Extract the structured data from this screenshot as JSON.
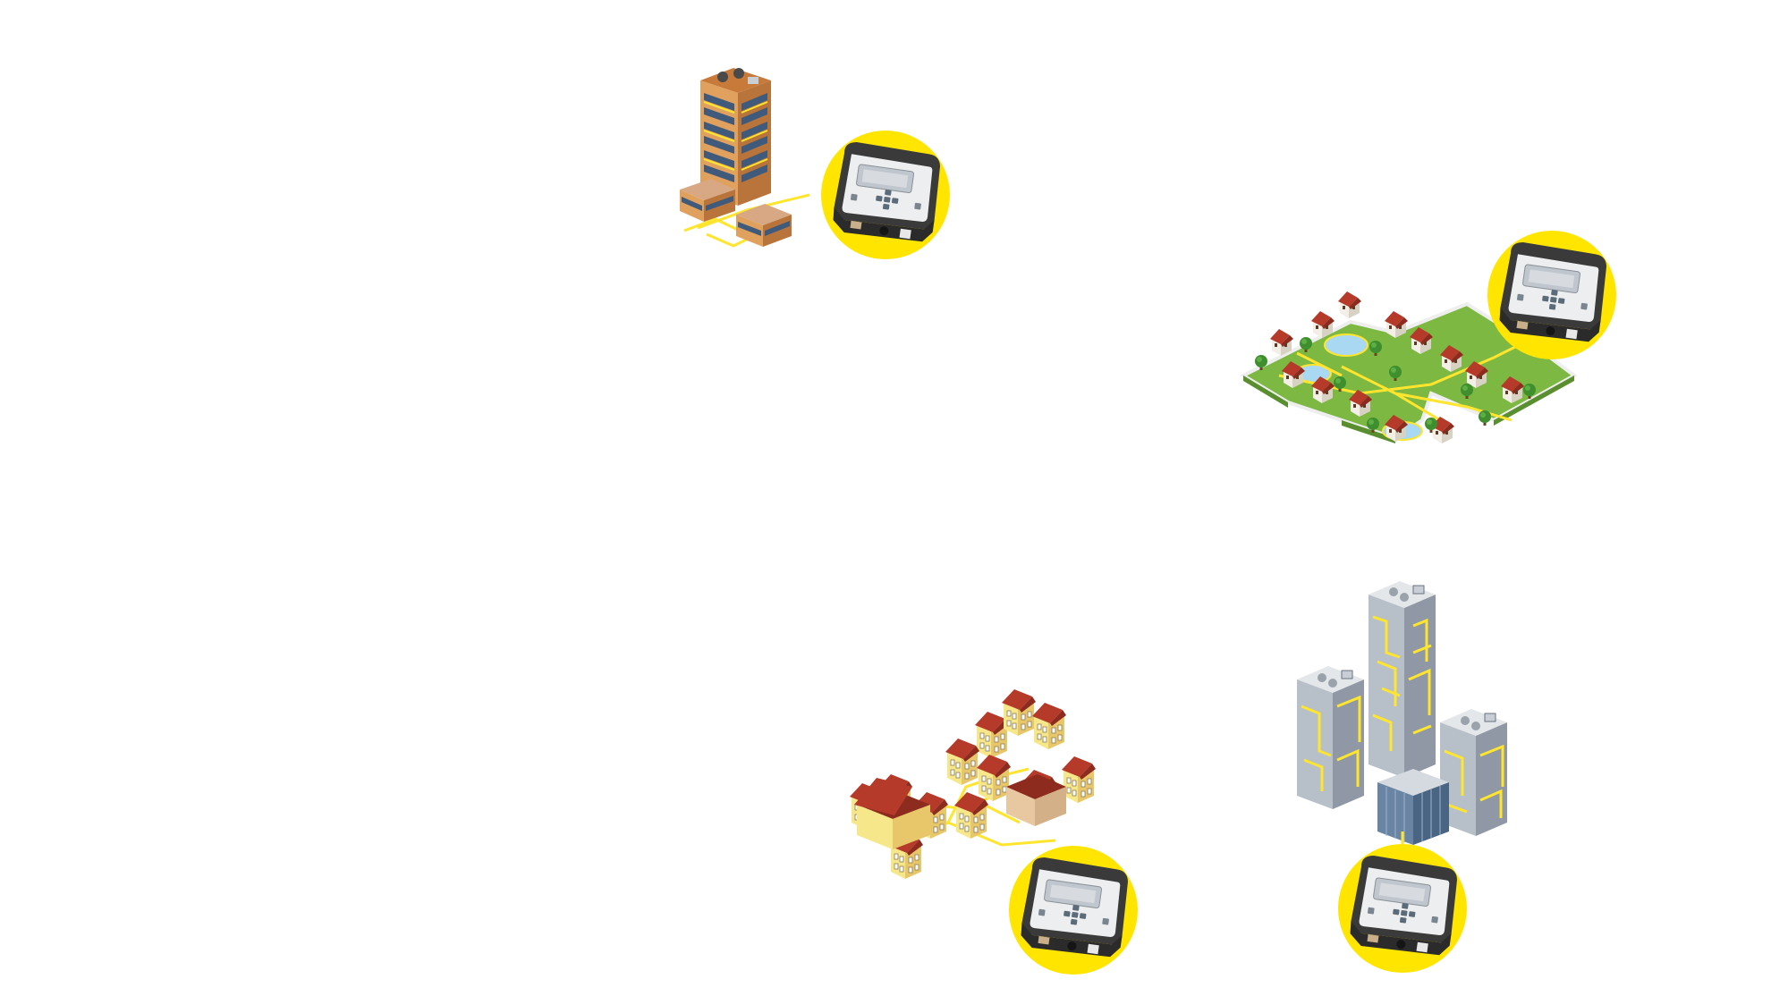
{
  "colors": {
    "background": "#ffffff",
    "accent_yellow": "#ffe500",
    "network_line": "#ffe52e",
    "device_body": "#3a3a3a",
    "device_screen": "#d7dbe0",
    "grass": "#7cb842",
    "water": "#a9d8f2",
    "brick_tower": "#e0a15e",
    "glass_tower": "#c8ced6",
    "roof_red": "#b53a2a",
    "tree": "#3f8f2f"
  },
  "scenes": [
    {
      "id": "office-tower-campus",
      "device_icon": "controller-device-icon"
    },
    {
      "id": "residential-park",
      "device_icon": "controller-device-icon"
    },
    {
      "id": "historic-town-block",
      "device_icon": "controller-device-icon"
    },
    {
      "id": "skyscraper-complex",
      "device_icon": "controller-device-icon"
    }
  ]
}
